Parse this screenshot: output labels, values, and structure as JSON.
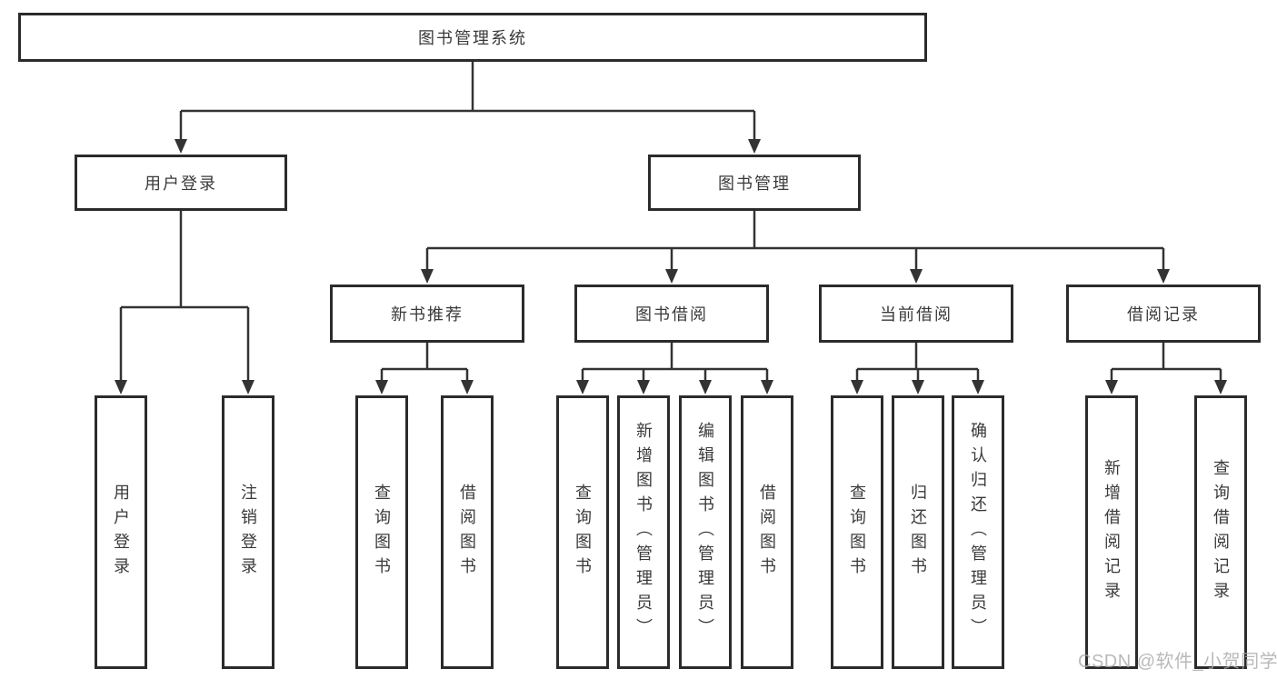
{
  "diagram": {
    "root": "图书管理系统",
    "branches": {
      "user_login": "用户登录",
      "book_mgmt": "图书管理"
    },
    "modules": {
      "new_books": "新书推荐",
      "book_borrow": "图书借阅",
      "current_borrow": "当前借阅",
      "borrow_records": "借阅记录"
    },
    "leaves": {
      "user_login": [
        "用户登录",
        "注销登录"
      ],
      "new_books": [
        "查询图书",
        "借阅图书"
      ],
      "book_borrow": [
        "查询图书",
        "新增图书（管理员）",
        "编辑图书（管理员）",
        "借阅图书"
      ],
      "current_borrow": [
        "查询图书",
        "归还图书",
        "确认归还（管理员）"
      ],
      "borrow_records": [
        "新增借阅记录",
        "查询借阅记录"
      ]
    },
    "watermark": "CSDN @软件_小贺同学",
    "colors": {
      "line": "#333333",
      "border": "#2b2b2b",
      "text": "#3a3a3a",
      "background": "#ffffff",
      "watermark": "#b3b3b3"
    }
  }
}
